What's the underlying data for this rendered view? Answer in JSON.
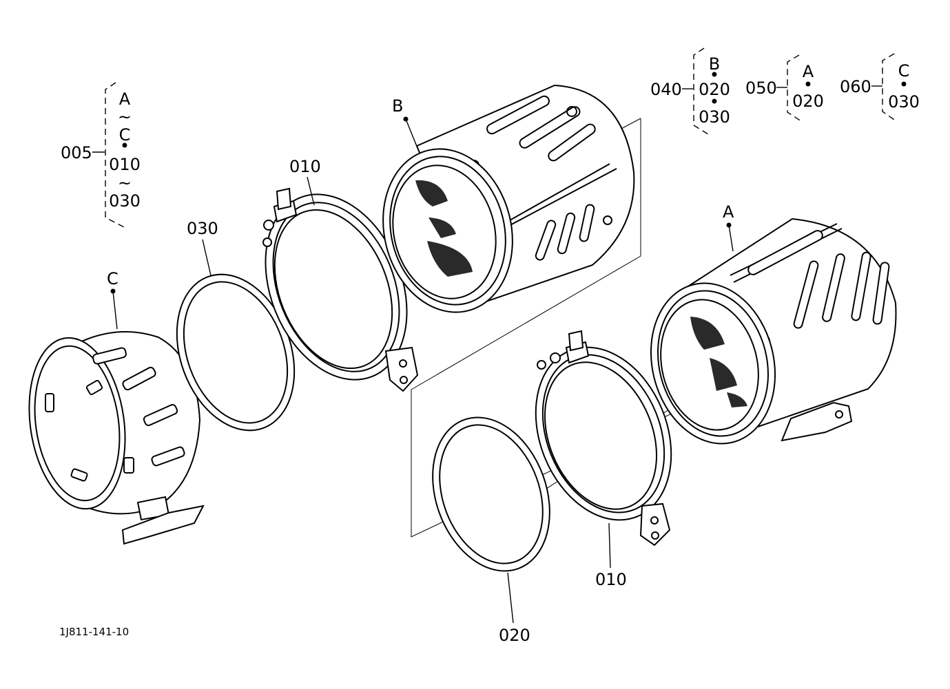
{
  "drawing_code": "1J811-141-10",
  "callouts": {
    "part_b": "B",
    "part_a": "A",
    "part_c": "C",
    "clamp_upper": "010",
    "clamp_lower": "010",
    "gasket_upper": "030",
    "gasket_lower": "020"
  },
  "legend": {
    "g005": {
      "ref": "005",
      "lines": [
        "A",
        "~",
        "C",
        "•",
        "010",
        "~",
        "030"
      ]
    },
    "g040": {
      "ref": "040",
      "lines": [
        "B",
        "•",
        "020",
        "•",
        "030"
      ]
    },
    "g050": {
      "ref": "050",
      "lines": [
        "A",
        "•",
        "020"
      ]
    },
    "g060": {
      "ref": "060",
      "lines": [
        "C",
        "•",
        "030"
      ]
    }
  }
}
